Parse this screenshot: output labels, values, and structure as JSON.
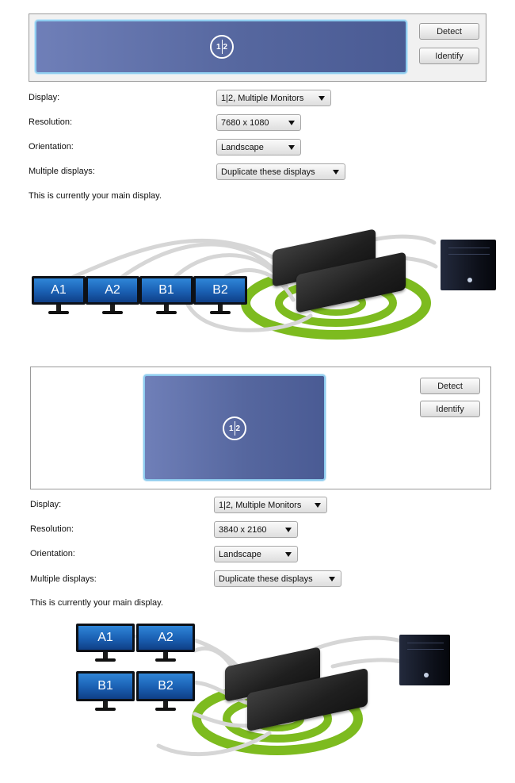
{
  "sections": [
    {
      "preview_badge": {
        "left": "1",
        "right": "2"
      },
      "buttons": {
        "detect": "Detect",
        "identify": "Identify"
      },
      "settings": {
        "display": {
          "label": "Display:",
          "value": "1|2, Multiple Monitors"
        },
        "resolution": {
          "label": "Resolution:",
          "value": "7680 x 1080"
        },
        "orientation": {
          "label": "Orientation:",
          "value": "Landscape"
        },
        "multiple": {
          "label": "Multiple displays:",
          "value": "Duplicate these displays"
        }
      },
      "status": "This is currently your main display.",
      "monitors": [
        "A1",
        "A2",
        "B1",
        "B2"
      ]
    },
    {
      "preview_badge": {
        "left": "1",
        "right": "2"
      },
      "buttons": {
        "detect": "Detect",
        "identify": "Identify"
      },
      "settings": {
        "display": {
          "label": "Display:",
          "value": "1|2, Multiple Monitors"
        },
        "resolution": {
          "label": "Resolution:",
          "value": "3840  x 2160"
        },
        "orientation": {
          "label": "Orientation:",
          "value": "Landscape"
        },
        "multiple": {
          "label": "Multiple displays:",
          "value": "Duplicate these displays"
        }
      },
      "status": "This is currently your main display.",
      "monitors": [
        "A1",
        "A2",
        "B1",
        "B2"
      ]
    }
  ],
  "colors": {
    "preview_blue": "#5a6aa3",
    "preview_border": "#8fcdef",
    "monitor_screen": "#1a5fb2",
    "wireless_ring": "#7dbb1f"
  }
}
